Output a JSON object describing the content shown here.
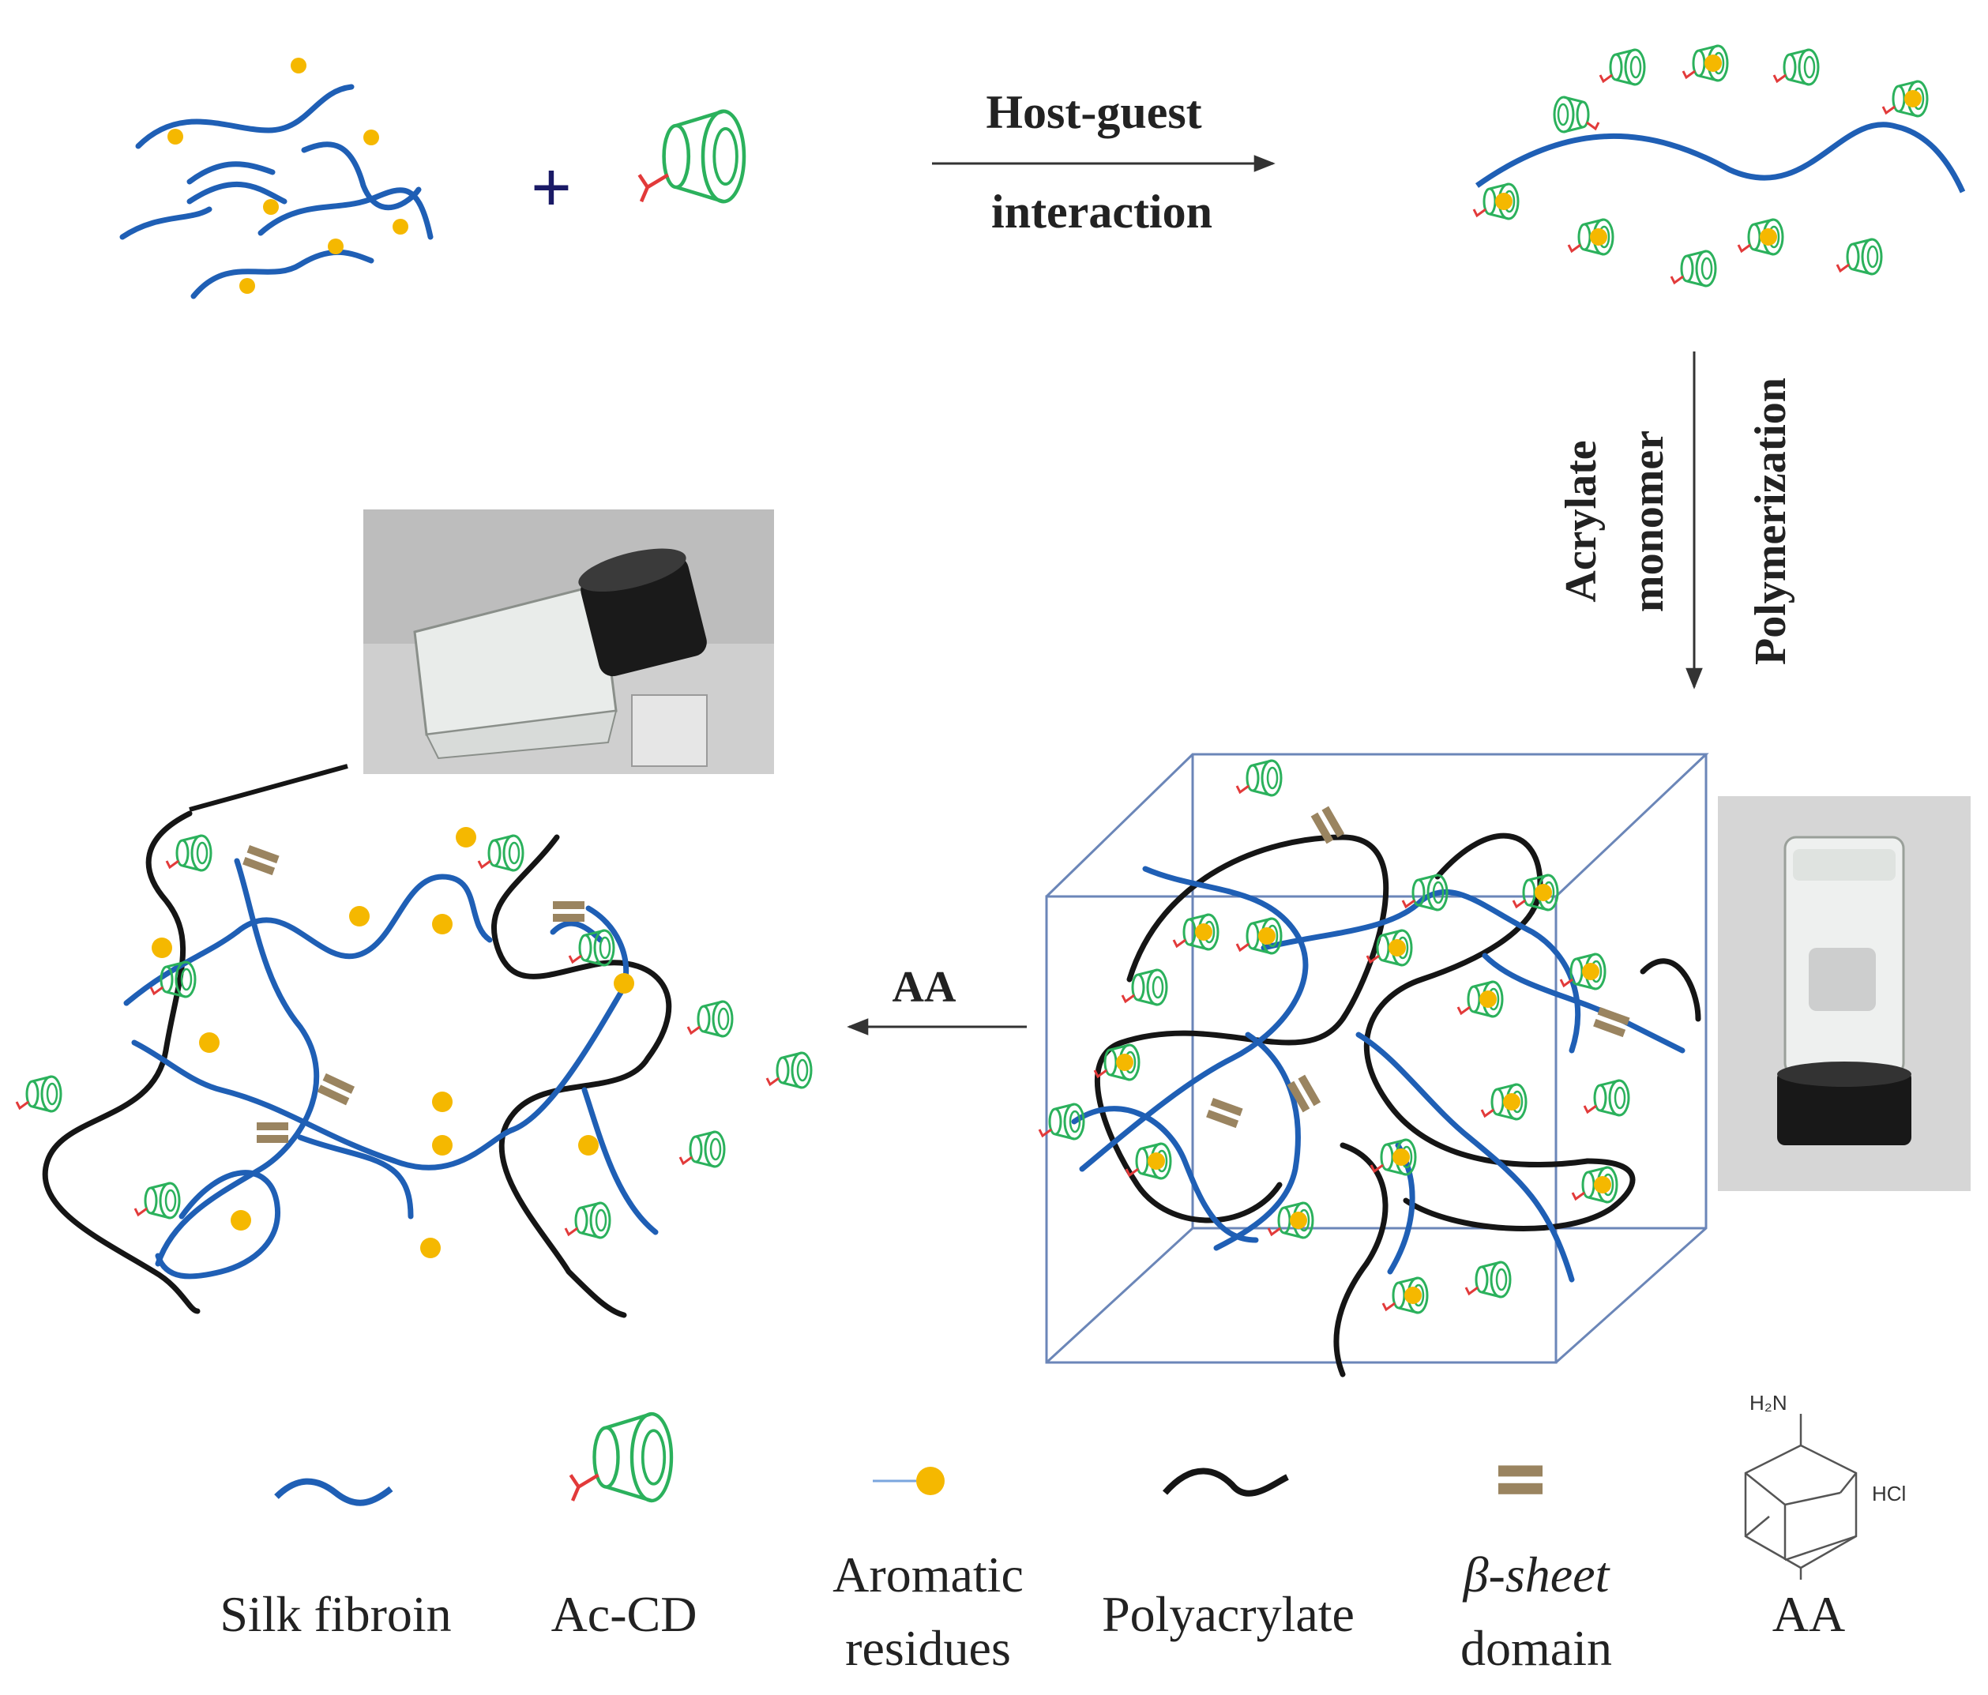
{
  "colors": {
    "silk_fibroin": "#1f5fb5",
    "polyacrylate": "#151515",
    "ac_cd": "#2bb15c",
    "aromatic": "#f5b800",
    "acrylate_tag": "#e23a3a",
    "beta_sheet": "#9a8460",
    "cube": "#6b86b8",
    "arrow": "#333333"
  },
  "steps": {
    "host_guest_line1": "Host-guest",
    "host_guest_line2": "interaction",
    "plus": "+",
    "monomer_line1": "Acrylate",
    "monomer_line2": "monomer",
    "polymerization": "Polymerization",
    "aa_arrow": "AA"
  },
  "photos": {
    "inverted_vial": "inverted vial photo",
    "upright_vial": "upright vial photo"
  },
  "legend": {
    "items": [
      {
        "icon": "silk-fibroin-icon",
        "line1": "Silk fibroin",
        "line2": ""
      },
      {
        "icon": "ac-cd-icon",
        "line1": "Ac-CD",
        "line2": ""
      },
      {
        "icon": "aromatic-residue-icon",
        "line1": "Aromatic",
        "line2": "residues"
      },
      {
        "icon": "polyacrylate-icon",
        "line1": "Polyacrylate",
        "line2": ""
      },
      {
        "icon": "beta-sheet-icon",
        "line1": "β-sheet",
        "line2": "domain"
      },
      {
        "icon": "adamantane-structure-icon",
        "line1": "AA",
        "line2": ""
      }
    ],
    "aa_structure": {
      "amine": "H₂N",
      "salt": "HCl"
    }
  }
}
